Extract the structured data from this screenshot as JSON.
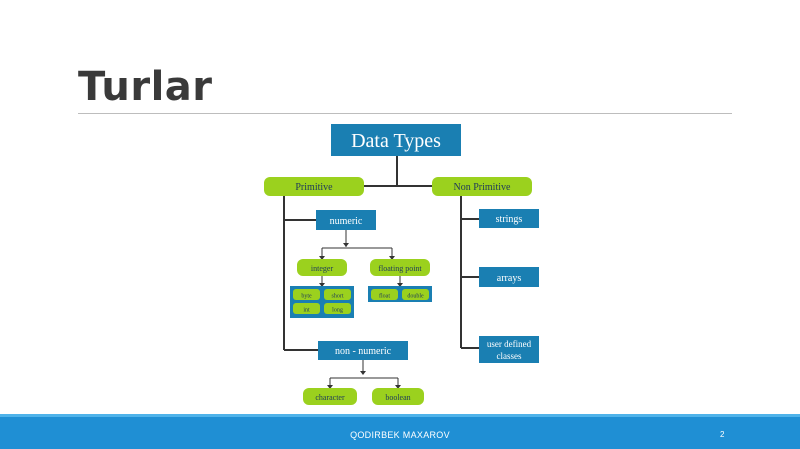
{
  "slide": {
    "title": "Turlar",
    "author": "QODIRBEK MAXAROV",
    "page_number": "2"
  },
  "diagram": {
    "root": "Data Types",
    "primitive": "Primitive",
    "non_primitive": "Non Primitive",
    "numeric": "numeric",
    "integer": "integer",
    "floating_point": "floating point",
    "integer_types": [
      "byte",
      "short",
      "int",
      "long"
    ],
    "float_types": [
      "float",
      "double"
    ],
    "non_numeric": "non - numeric",
    "character": "character",
    "boolean": "boolean",
    "strings": "strings",
    "arrays": "arrays",
    "user_defined_line1": "user defined",
    "user_defined_line2": "classes"
  },
  "colors": {
    "blue_box": "#1a7fb2",
    "green_box": "#9bd11e",
    "connector": "#333333",
    "footer": "#1f8fd4"
  }
}
